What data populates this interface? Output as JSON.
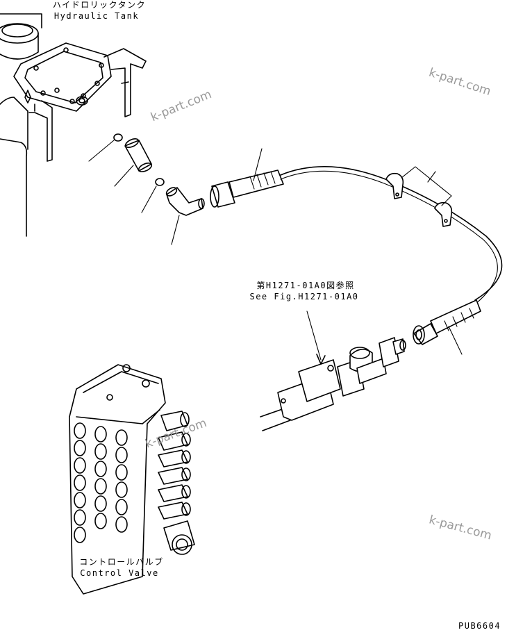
{
  "labels": {
    "hydraulic_tank_jp": "ハイドロリックタンク",
    "hydraulic_tank_en": "Hydraulic Tank",
    "see_fig_jp": "第H1271-01A0図参照",
    "see_fig_en": "See Fig.H1271-01A0",
    "control_valve_jp": "コントロールバルブ",
    "control_valve_en": "Control Valve",
    "figure_code": "PUB6604"
  },
  "watermarks": [
    "k-part.com",
    "k-part.com",
    "k-part.com",
    "k-part.com"
  ],
  "colors": {
    "line": "#000000",
    "watermark": "#9a9a9a",
    "background": "#ffffff"
  }
}
